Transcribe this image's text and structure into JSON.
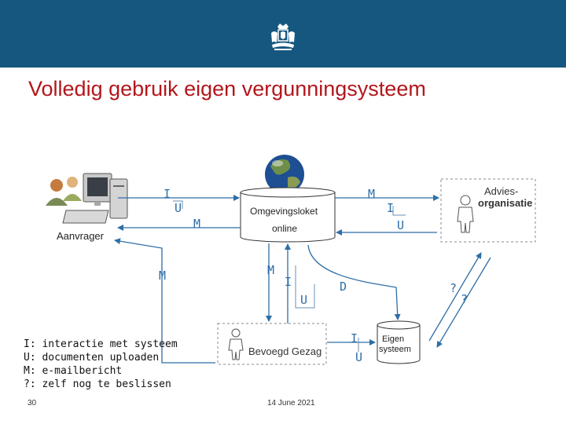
{
  "slide": {
    "title": "Volledig gebruik eigen vergunningsysteem",
    "page_number": "30",
    "date": "14 June 2021"
  },
  "nodes": {
    "aanvrager": "Aanvrager",
    "omgevingsloket": "Omgevingsloket",
    "online": "online",
    "advies_line1": "Advies-",
    "advies_line2": "organisatie",
    "bevoegd_gezag": "Bevoegd Gezag",
    "eigen_line1": "Eigen",
    "eigen_line2": "systeem"
  },
  "edge_labels": {
    "i_aanvrager": "I",
    "u_aanvrager": "U",
    "m_aanvrager": "M",
    "m_left": "M",
    "m_top_right": "M",
    "i_advies": "I",
    "u_advies": "U",
    "m_center": "M",
    "i_center": "I",
    "u_center": "U",
    "d_center": "D",
    "i_bevoegd": "I",
    "u_bevoegd": "U",
    "q1": "?",
    "q2": "?"
  },
  "legend": [
    "I: interactie met systeem",
    "U: documenten uploaden",
    "M: e-mailbericht",
    "?: zelf nog te beslissen"
  ],
  "colors": {
    "header": "#16577f",
    "title": "#b3161c",
    "line": "#2e6ea6",
    "label": "#2e6ea6"
  }
}
